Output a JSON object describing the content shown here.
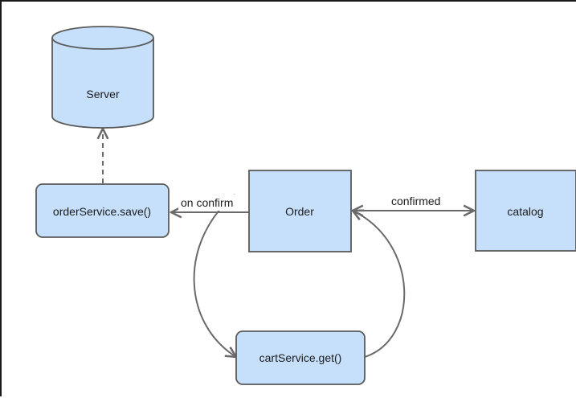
{
  "diagram": {
    "nodes": {
      "server": {
        "label": "Server",
        "shape": "database"
      },
      "order_service_save": {
        "label": "orderService.save()",
        "shape": "rounded-rect"
      },
      "order": {
        "label": "Order",
        "shape": "rect"
      },
      "catalog": {
        "label": "catalog",
        "shape": "rect"
      },
      "cart_service_get": {
        "label": "cartService.get()",
        "shape": "rounded-rect"
      }
    },
    "edges": {
      "on_confirm": {
        "label": "on confirm",
        "from": "Order",
        "to": "orderService.save()"
      },
      "confirmed": {
        "label": "confirmed",
        "from": "Order",
        "to": "catalog",
        "bidirectional": true
      },
      "save_to_server": {
        "label": "",
        "from": "orderService.save()",
        "to": "Server",
        "style": "dashed"
      },
      "order_to_cart": {
        "label": "",
        "from": "Order",
        "to": "cartService.get()"
      },
      "cart_to_order": {
        "label": "",
        "from": "cartService.get()",
        "to": "Order"
      }
    },
    "colors": {
      "node_fill": "#c6e0fb",
      "node_stroke": "#5a5a5a",
      "edge_stroke": "#6a6a6a",
      "frame": "#1a1a1a"
    }
  }
}
